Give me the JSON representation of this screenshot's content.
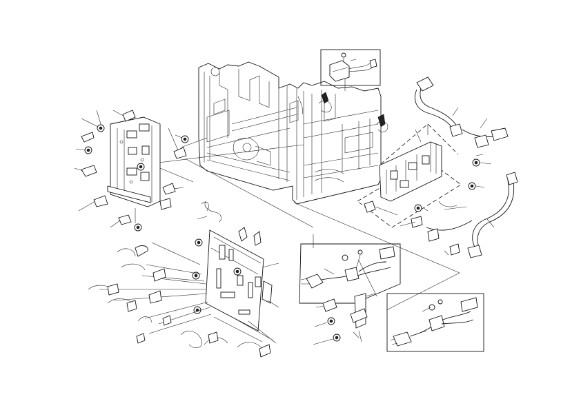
{
  "diagram": {
    "description_visible_text": "",
    "colors": {
      "ink": "#111111",
      "paper": "#ffffff"
    },
    "parts": {
      "frame": {
        "icon": "machine-frame-outline"
      },
      "left_bracket": {
        "icon": "sheet-metal-bracket"
      },
      "right_board": {
        "icon": "power-supply-board"
      },
      "center_board": {
        "icon": "control-pcb"
      },
      "inset_top": {
        "icon": "interlock-switch-inset"
      },
      "inset_mid": {
        "icon": "power-cord-inset"
      },
      "inset_right": {
        "icon": "power-cord-inset-alt"
      }
    }
  }
}
